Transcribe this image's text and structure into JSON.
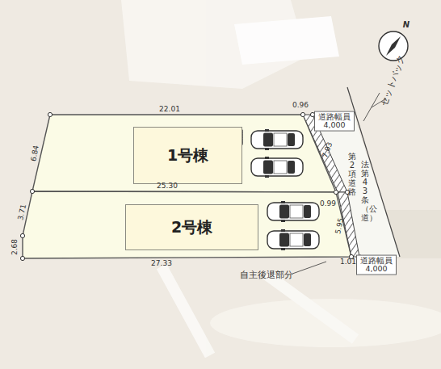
{
  "diagram": {
    "nodes": [
      {
        "text": [
          "1号棟"
        ]
      },
      {
        "text": [
          "2号棟"
        ]
      }
    ],
    "labels": [
      "22.01",
      "0.96",
      "6.84",
      "25.30",
      "3.71",
      "2.68",
      "27.33",
      "0.99",
      "5.95",
      "1.01",
      "7.03",
      "道路幅員 4,000",
      "道路幅員 4,000",
      "セットバック",
      "第2項道路",
      "法第43条（公道）",
      "自主後退部分",
      "N"
    ]
  }
}
